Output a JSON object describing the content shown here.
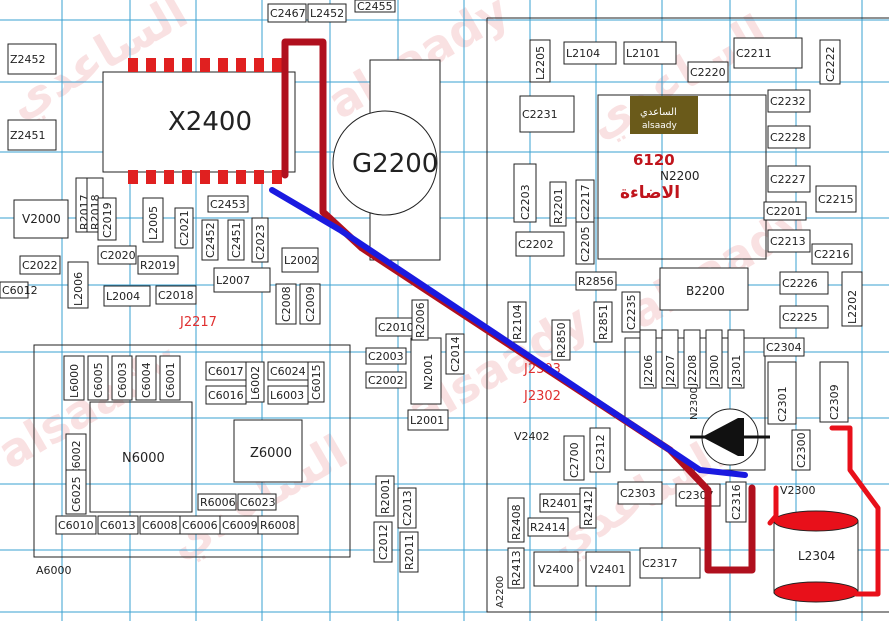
{
  "board": {
    "chip_x2400": "X2400",
    "chip_g2200": "G2200",
    "chip_n6000": "N6000",
    "chip_z6000": "Z6000",
    "chip_n2200": "N2200",
    "chip_n2001": "N2001",
    "chip_b2200": "B2200",
    "chip_l2304": "L2304",
    "chip_v2000": "V2000",
    "chip_v2402": "V2402",
    "chip_v2400": "V2400",
    "chip_v2401": "V2401",
    "chip_v2300": "V2300",
    "area_a6000": "A6000",
    "area_a2200": "A2200",
    "n2300_label": "N2300"
  },
  "labels": [
    "C2467",
    "L2452",
    "C2455",
    "Z2452",
    "Z2451",
    "R2017",
    "R2018",
    "C2019",
    "C2020",
    "L2005",
    "C2021",
    "C2453",
    "C2452",
    "C2451",
    "C2023",
    "C2022",
    "L2006",
    "L2004",
    "R2019",
    "C2018",
    "L2007",
    "L2002",
    "C2008",
    "C2009",
    "C2010",
    "R2006",
    "C2014",
    "C2003",
    "C2002",
    "L2001",
    "L6000",
    "C6005",
    "C6003",
    "C6004",
    "C6001",
    "C6017",
    "L6002",
    "C6024",
    "C6015",
    "C6016",
    "L6003",
    "C6002",
    "C6025",
    "R6006",
    "C6023",
    "C6010",
    "C6013",
    "C6008",
    "C6006",
    "C6009",
    "R6008",
    "L2205",
    "L2104",
    "L2101",
    "C2220",
    "C2211",
    "C2222",
    "C2231",
    "C2232",
    "C2228",
    "C2227",
    "C2203",
    "R2201",
    "C2217",
    "C2201",
    "C2215",
    "C2202",
    "C2205",
    "C2213",
    "C2216",
    "R2856",
    "C2226",
    "L2202",
    "C2225",
    "C2304",
    "C2301",
    "C2309",
    "C2300",
    "C2312",
    "C2700",
    "C2303",
    "C2307",
    "C2316",
    "R2401",
    "R2412",
    "R2408",
    "R2414",
    "C2317",
    "R2413",
    "R2001",
    "C2013",
    "C2012",
    "R2011",
    "C2235",
    "R2851",
    "R2104",
    "R2850",
    "J2206",
    "J2207",
    "J2208",
    "J2300",
    "J2301",
    "C6012"
  ],
  "testpoints": [
    "J2217",
    "J2302",
    "J2303"
  ],
  "annotation": {
    "code": "6120",
    "function_ar": "الاضاءة",
    "logo_text_ar": "الساعدي",
    "logo_text_en": "alsaady"
  },
  "watermark": {
    "text_en": "alsaady",
    "text_ar": "الساعدي"
  },
  "colors": {
    "trace_red": "#b0101e",
    "trace_blue": "#1a1ae0",
    "marker_red": "#e8101a",
    "testpoint_red": "#e03030",
    "grid": "#3aa0d0",
    "annotation_red": "#c0141c"
  }
}
